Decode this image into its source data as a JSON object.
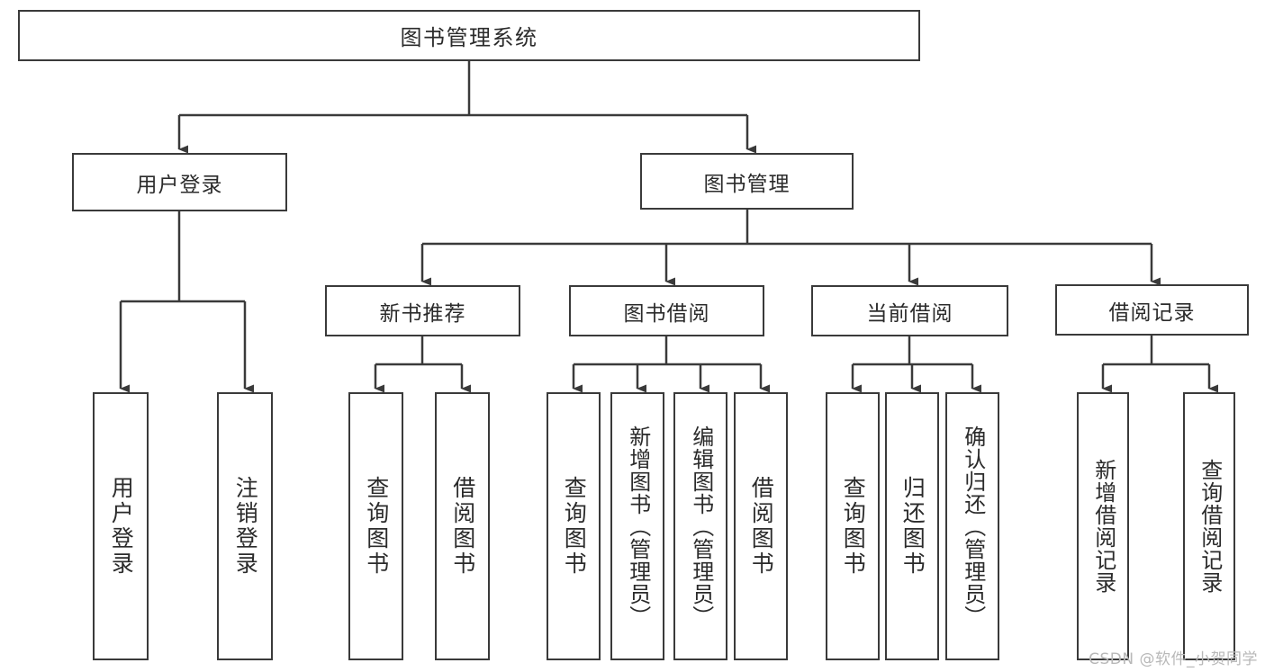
{
  "diagram": {
    "title": "图书管理系统",
    "watermark": "CSDN @软件_小贺同学",
    "colors": {
      "stroke": "#3a3a3a",
      "text": "#2b2b2b",
      "background": "#ffffff",
      "watermark": "#b8b8b8"
    },
    "level1": [
      {
        "label": "用户登录"
      },
      {
        "label": "图书管理"
      }
    ],
    "level2": [
      {
        "label": "新书推荐"
      },
      {
        "label": "图书借阅"
      },
      {
        "label": "当前借阅"
      },
      {
        "label": "借阅记录"
      }
    ],
    "leaves": {
      "user_login": [
        {
          "label": "用户登录"
        },
        {
          "label": "注销登录"
        }
      ],
      "new_book": [
        {
          "label": "查询图书"
        },
        {
          "label": "借阅图书"
        }
      ],
      "book_borrow": [
        {
          "label": "查询图书"
        },
        {
          "label": "新增图书（管理员）"
        },
        {
          "label": "编辑图书（管理员）"
        },
        {
          "label": "借阅图书"
        }
      ],
      "current_borrow": [
        {
          "label": "查询图书"
        },
        {
          "label": "归还图书"
        },
        {
          "label": "确认归还（管理员）"
        }
      ],
      "borrow_record": [
        {
          "label": "新增借阅记录"
        },
        {
          "label": "查询借阅记录"
        }
      ]
    }
  }
}
